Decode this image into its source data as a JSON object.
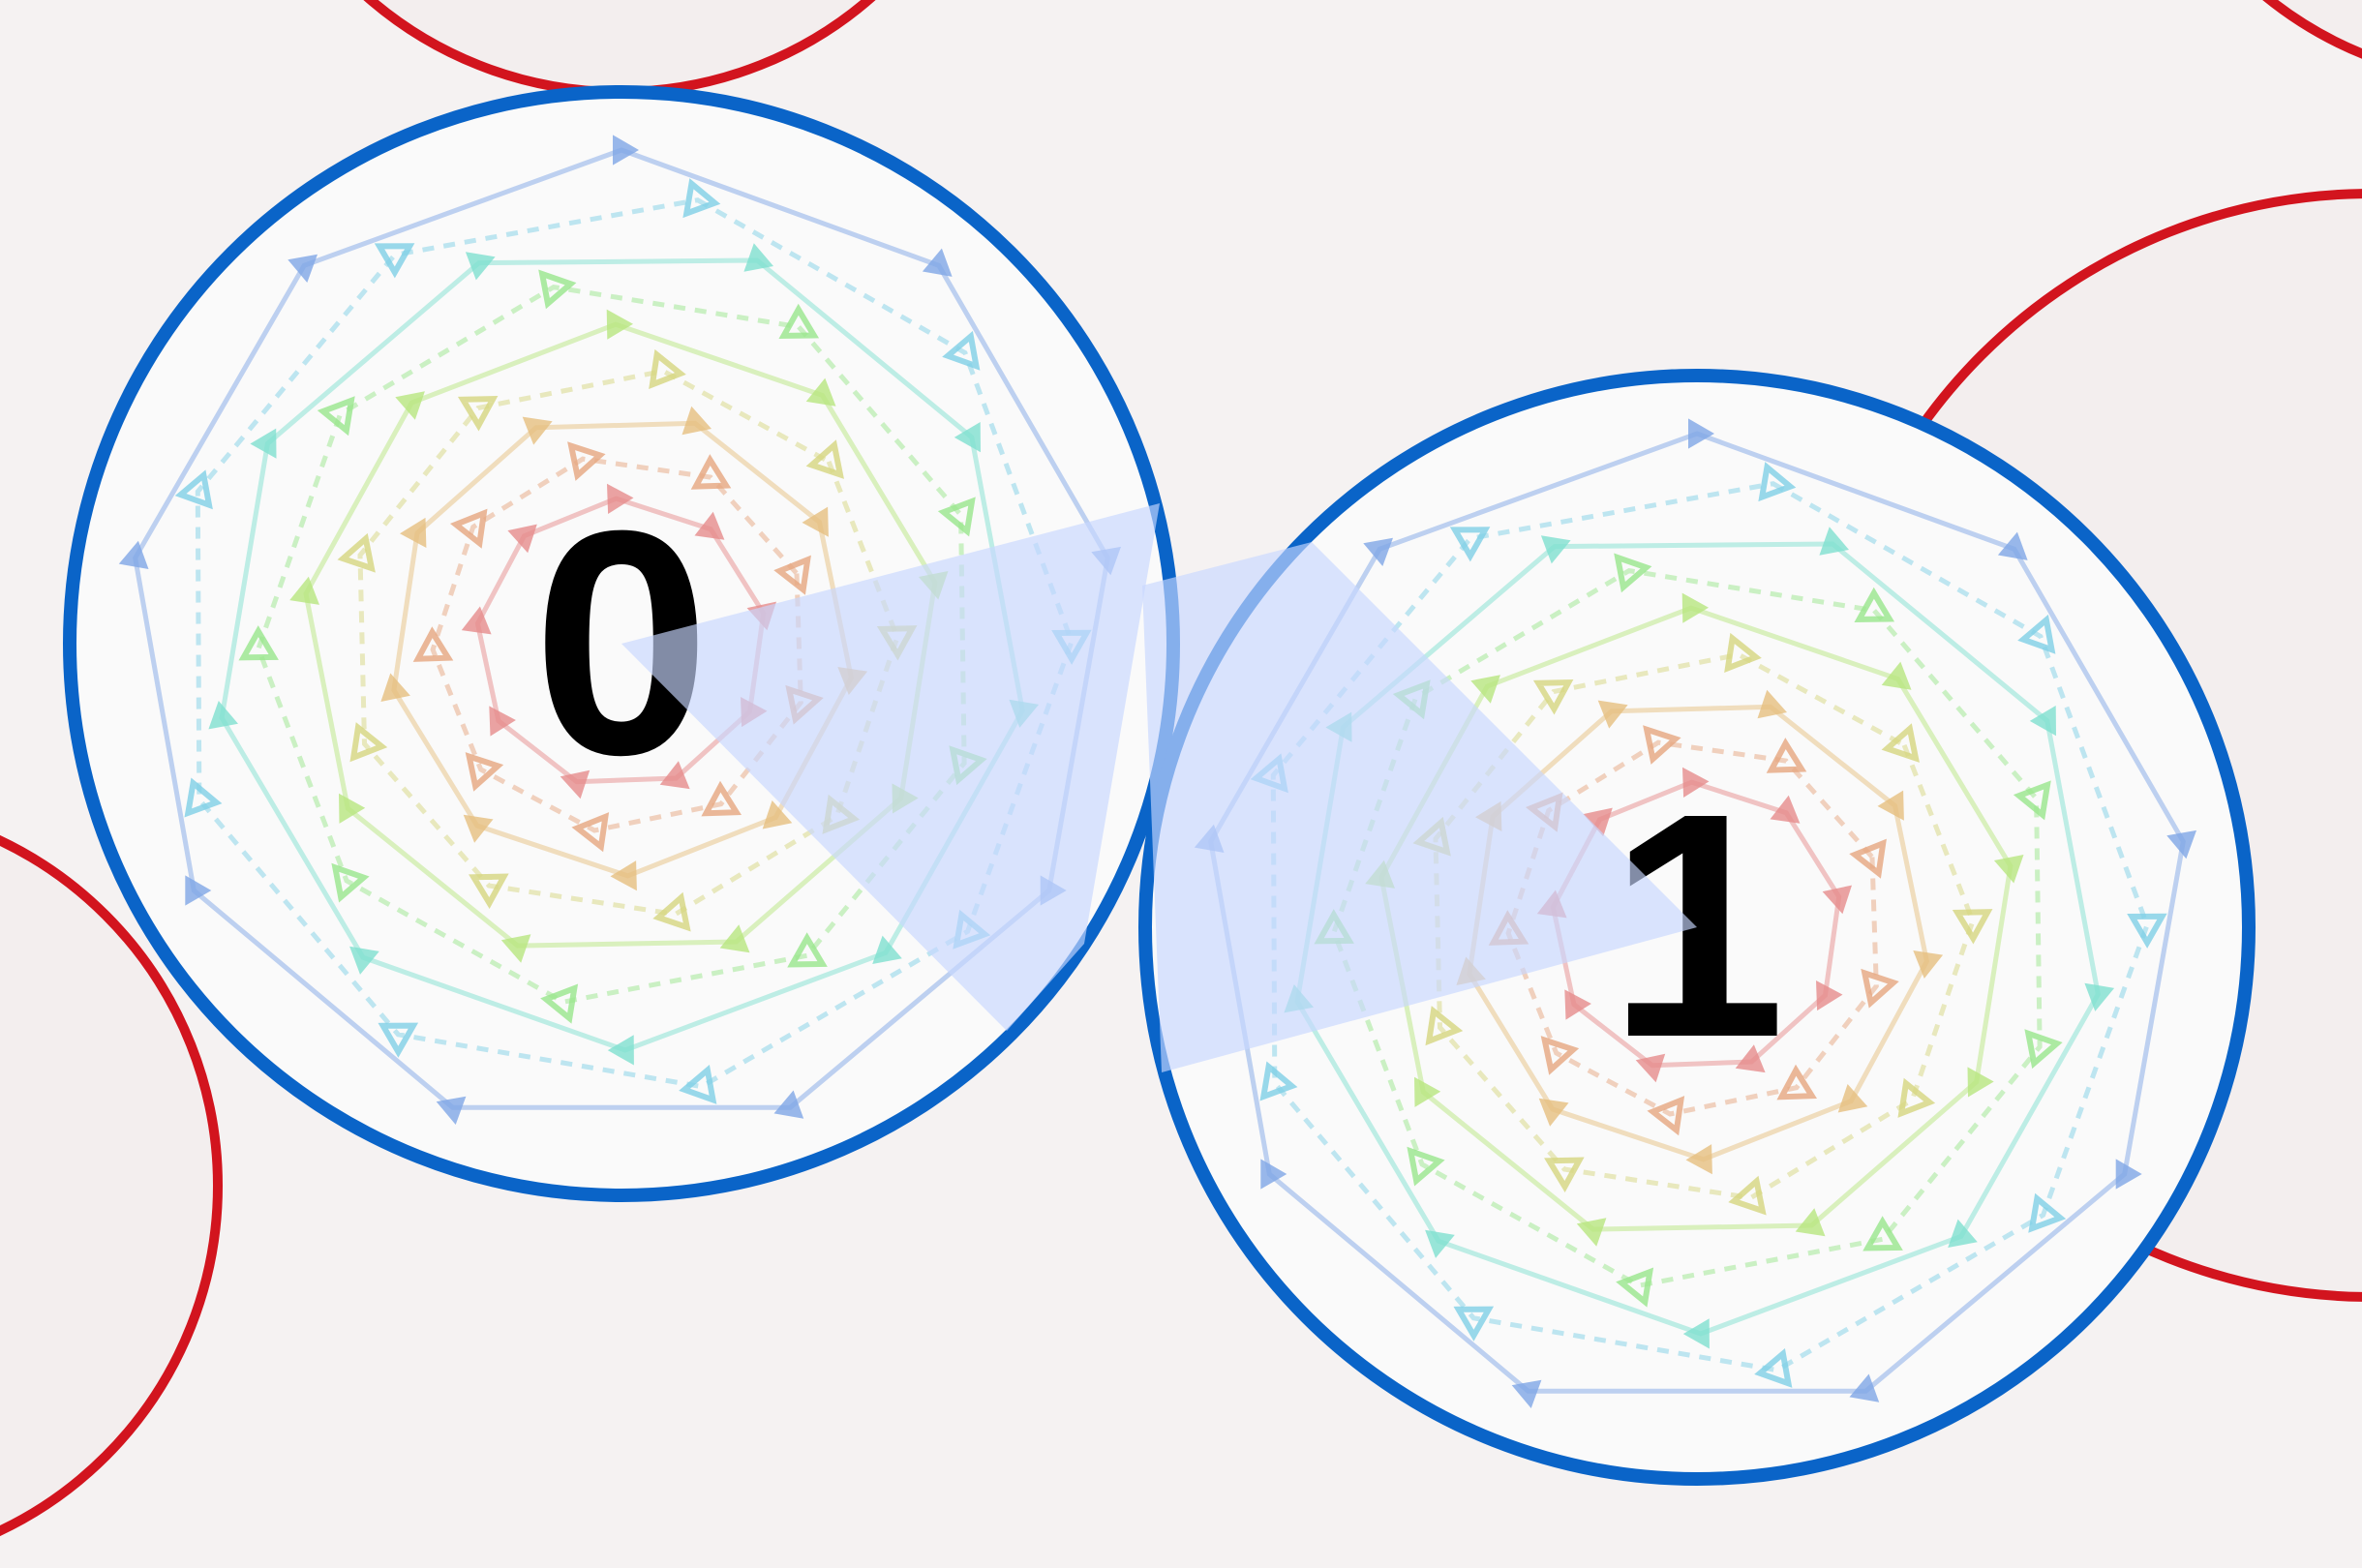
{
  "board": {
    "background": "#f5f2f2",
    "colors": {
      "selected_ring": "#0a64c8",
      "other_ring": "#d2141e",
      "circle_fill": "#fafafa",
      "highlight_wedge": "#c8d7ff"
    },
    "rings": [
      "#80a6e6",
      "#7fd0e6",
      "#7fe0d0",
      "#99e68c",
      "#b8e67f",
      "#d6d67f",
      "#e6bf7f",
      "#e6a67f",
      "#e68c8c"
    ],
    "selected_circles": [
      {
        "label": "0",
        "id": "circle-0"
      },
      {
        "label": "1",
        "id": "circle-1"
      }
    ],
    "neighbor_circles": [
      "top-left",
      "top-right",
      "left",
      "right"
    ]
  }
}
